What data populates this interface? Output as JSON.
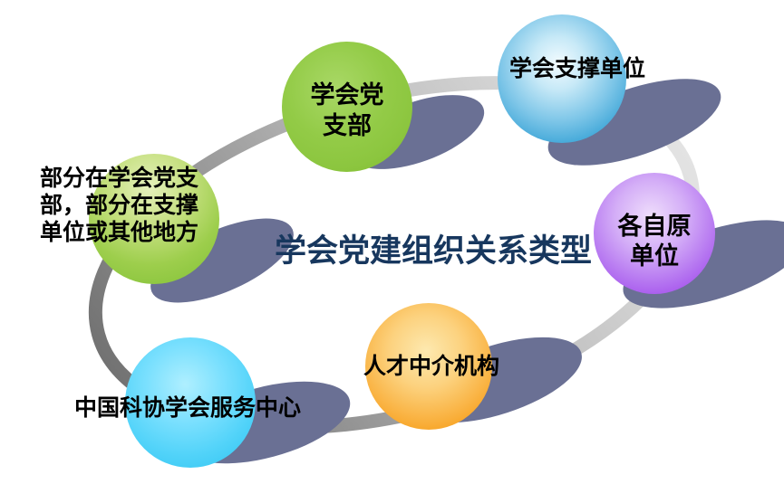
{
  "title": {
    "text": "学会党建组织关系类型",
    "color": "#17375E"
  },
  "spheres": {
    "party_branch": {
      "line1": "学会党",
      "line2": "支部",
      "color": "#8CC63F"
    },
    "support_unit": {
      "label": "学会支撑单位",
      "color": "#2D9FD0"
    },
    "partial": {
      "line1": "部分在学会党支",
      "line2": "部，部分在支撑",
      "line3": "单位或其他地方",
      "color": "#9DCE4C"
    },
    "original_unit": {
      "line1": "各自原",
      "line2": "单位",
      "color": "#A24BEB"
    },
    "talent_agency": {
      "label": "人才中介机构",
      "color": "#F79C14"
    },
    "service_center": {
      "label": "中国科协学会服务中心",
      "color": "#3FCBF5"
    }
  },
  "colors": {
    "shadow": "#6A7094",
    "ring_dark": "#6F6F6F",
    "ring_mid": "#ABABAB",
    "ring_light": "#E8E8E8",
    "label_text": "#000000",
    "background": "#FFFFFF"
  }
}
